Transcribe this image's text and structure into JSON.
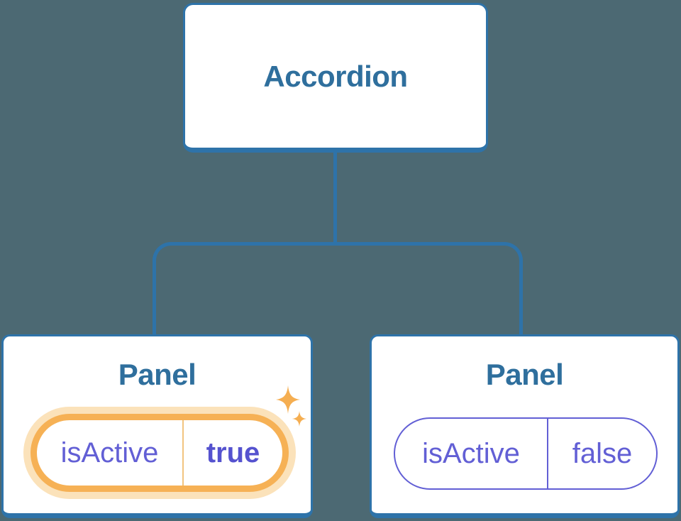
{
  "colors": {
    "bg": "#4C6973",
    "line-blue": "#2E73A9",
    "title-blue": "#2F6F9D",
    "purple": "#625FD5",
    "purple-dark": "#5552CF",
    "orange": "#F6B155",
    "orange-halo": "#FBE2BA",
    "orange-divider": "#F2C47F",
    "sparkle": "#F5AE51",
    "card-bg": "#FFFFFF"
  },
  "diagram": {
    "root": {
      "label": "Accordion"
    },
    "panels": [
      {
        "title": "Panel",
        "prop_name": "isActive",
        "prop_value": "true",
        "highlighted": true
      },
      {
        "title": "Panel",
        "prop_name": "isActive",
        "prop_value": "false",
        "highlighted": false
      }
    ]
  }
}
